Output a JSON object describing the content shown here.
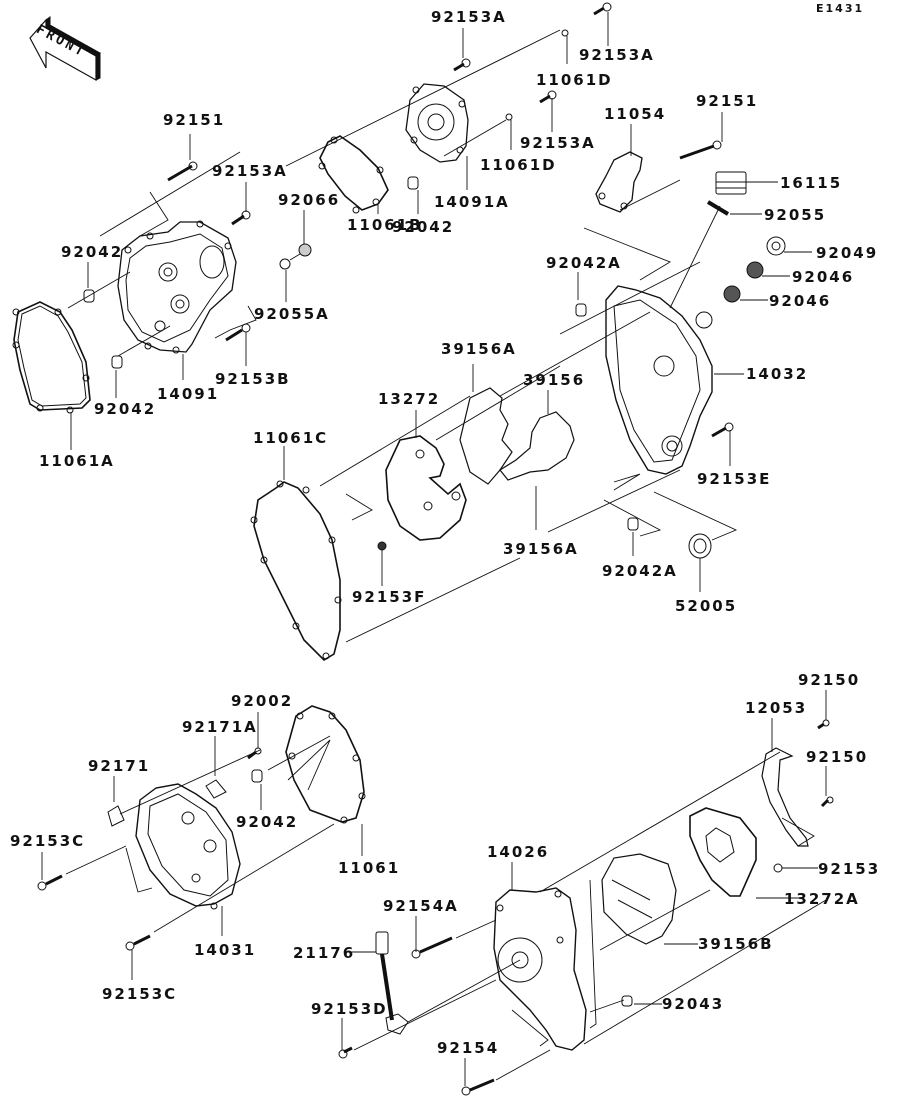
{
  "diagram": {
    "code": "E1431",
    "direction_indicator": "FRONT",
    "labels": [
      {
        "id": "l01",
        "text": "92153A"
      },
      {
        "id": "l02",
        "text": "92153A"
      },
      {
        "id": "l03",
        "text": "11061D"
      },
      {
        "id": "l04",
        "text": "92153A"
      },
      {
        "id": "l05",
        "text": "11061D"
      },
      {
        "id": "l06",
        "text": "14091A"
      },
      {
        "id": "l07",
        "text": "92042"
      },
      {
        "id": "l08",
        "text": "11061B"
      },
      {
        "id": "l09",
        "text": "92066"
      },
      {
        "id": "l10",
        "text": "92151"
      },
      {
        "id": "l11",
        "text": "92153A"
      },
      {
        "id": "l12",
        "text": "92042"
      },
      {
        "id": "l13",
        "text": "92055A"
      },
      {
        "id": "l14",
        "text": "92153B"
      },
      {
        "id": "l15",
        "text": "14091"
      },
      {
        "id": "l16",
        "text": "92042"
      },
      {
        "id": "l17",
        "text": "11061A"
      },
      {
        "id": "l18",
        "text": "11054"
      },
      {
        "id": "l19",
        "text": "92151"
      },
      {
        "id": "l20",
        "text": "16115"
      },
      {
        "id": "l21",
        "text": "92055"
      },
      {
        "id": "l22",
        "text": "92049"
      },
      {
        "id": "l23",
        "text": "92046"
      },
      {
        "id": "l24",
        "text": "92046"
      },
      {
        "id": "l25",
        "text": "92042A"
      },
      {
        "id": "l26",
        "text": "39156A"
      },
      {
        "id": "l27",
        "text": "39156"
      },
      {
        "id": "l28",
        "text": "14032"
      },
      {
        "id": "l29",
        "text": "13272"
      },
      {
        "id": "l30",
        "text": "11061C"
      },
      {
        "id": "l31",
        "text": "92153E"
      },
      {
        "id": "l32",
        "text": "39156A"
      },
      {
        "id": "l33",
        "text": "92153F"
      },
      {
        "id": "l34",
        "text": "92042A"
      },
      {
        "id": "l35",
        "text": "52005"
      },
      {
        "id": "l36",
        "text": "92002"
      },
      {
        "id": "l37",
        "text": "92171A"
      },
      {
        "id": "l38",
        "text": "92171"
      },
      {
        "id": "l39",
        "text": "92042"
      },
      {
        "id": "l40",
        "text": "92153C"
      },
      {
        "id": "l41",
        "text": "11061"
      },
      {
        "id": "l42",
        "text": "14031"
      },
      {
        "id": "l43",
        "text": "92153C"
      },
      {
        "id": "l44",
        "text": "92150"
      },
      {
        "id": "l45",
        "text": "12053"
      },
      {
        "id": "l46",
        "text": "92150"
      },
      {
        "id": "l47",
        "text": "14026"
      },
      {
        "id": "l48",
        "text": "92153"
      },
      {
        "id": "l49",
        "text": "92154A"
      },
      {
        "id": "l50",
        "text": "13272A"
      },
      {
        "id": "l51",
        "text": "21176"
      },
      {
        "id": "l52",
        "text": "39156B"
      },
      {
        "id": "l53",
        "text": "92153D"
      },
      {
        "id": "l54",
        "text": "92043"
      },
      {
        "id": "l55",
        "text": "92154"
      }
    ]
  }
}
